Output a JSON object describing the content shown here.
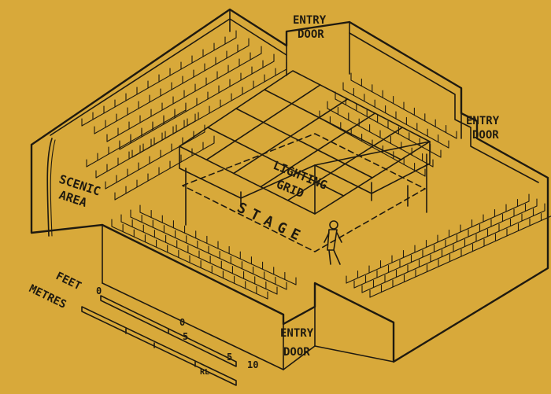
{
  "labels": {
    "entry_door_top_1": "ENTRY",
    "entry_door_top_2": "DOOR",
    "entry_door_right_1": "ENTRY",
    "entry_door_right_2": "DOOR",
    "entry_door_bottom_1": "ENTRY",
    "entry_door_bottom_2": "DOOR",
    "scenic_area_1": "SCENIC",
    "scenic_area_2": "AREA",
    "lighting": "LIGHTING",
    "grid": "GRID",
    "stage": "STAGE",
    "feet": "FEET",
    "metres": "METRES"
  },
  "scale": {
    "feet_ticks": [
      "0",
      "5",
      "10"
    ],
    "metres_ticks": [
      "0",
      "5"
    ],
    "initials": "RL"
  },
  "colors": {
    "paper": "#d8a93a",
    "ink": "#1f1a10"
  }
}
